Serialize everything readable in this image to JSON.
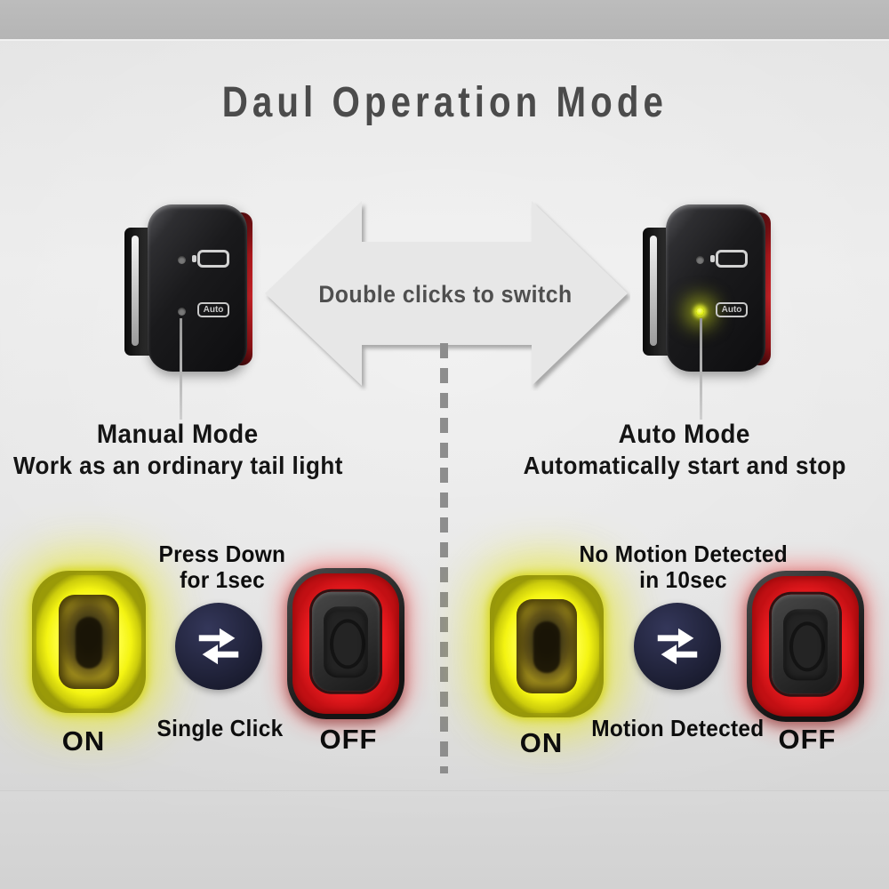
{
  "title": "Daul Operation Mode",
  "switch_banner": {
    "label": "Double clicks to switch"
  },
  "manual_mode": {
    "name": "Manual Mode",
    "description": "Work as an ordinary tail light"
  },
  "auto_mode": {
    "name": "Auto Mode",
    "description": "Automatically start and stop"
  },
  "device": {
    "auto_badge": "Auto"
  },
  "manual_cycle": {
    "on": "ON",
    "off": "OFF",
    "off_action_line1": "Press Down",
    "off_action_line2": "for 1sec",
    "on_action": "Single Click"
  },
  "auto_cycle": {
    "on": "ON",
    "off": "OFF",
    "off_action_line1": "No Motion Detected",
    "off_action_line2": "in 10sec",
    "on_action": "Motion Detected"
  },
  "colors": {
    "accent_red": "#d8262b",
    "glow_yellow": "#f4f412",
    "swap_circle_navy": "#20233a",
    "title_gray": "#4b4b4b"
  }
}
